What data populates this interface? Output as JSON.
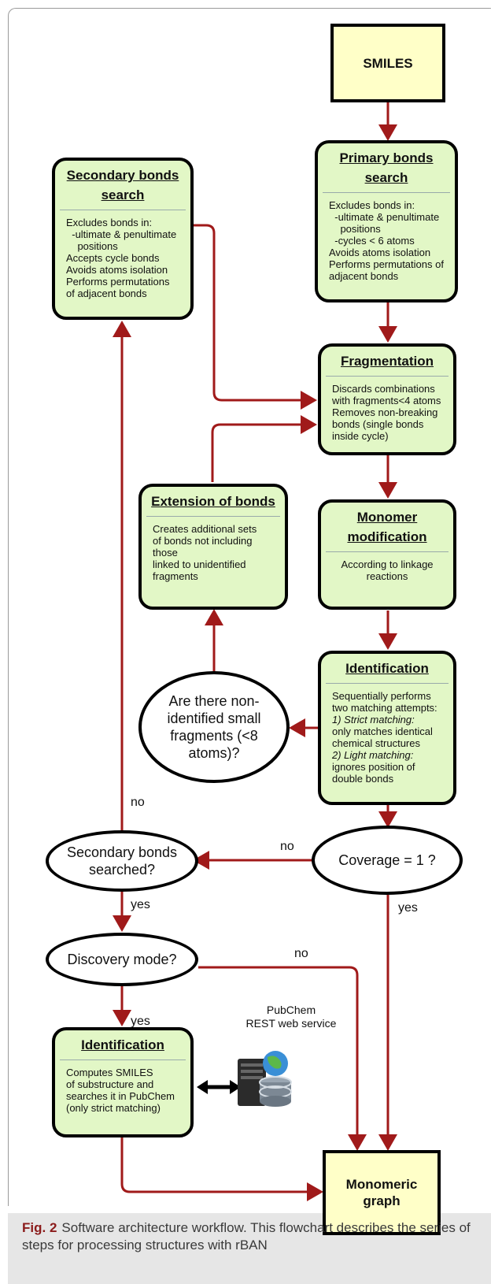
{
  "nodes": {
    "smiles": "SMILES",
    "primary": {
      "title": "Primary bonds search",
      "body": "Excludes bonds in:\n  -ultimate & penultimate\n    positions\n  -cycles < 6 atoms\nAvoids atoms isolation\nPerforms permutations of\nadjacent bonds"
    },
    "secondary": {
      "title": "Secondary bonds search",
      "body": "Excludes bonds in:\n  -ultimate & penultimate\n    positions\nAccepts cycle bonds\nAvoids atoms isolation\nPerforms permutations\nof adjacent bonds"
    },
    "fragmentation": {
      "title": "Fragmentation",
      "body": "Discards combinations\nwith fragments<4 atoms\nRemoves non-breaking\nbonds (single bonds\ninside cycle)"
    },
    "extension": {
      "title": "Extension of bonds",
      "body": "Creates additional sets\nof bonds not including those\nlinked to unidentified\nfragments"
    },
    "monomer": {
      "title": "Monomer modification",
      "body": "According to linkage\nreactions"
    },
    "identification": {
      "title": "Identification",
      "body_line1": "Sequentially performs\ntwo matching attempts:",
      "strict_label": "1) Strict matching:",
      "strict_text": "only matches identical\nchemical structures",
      "light_label": "2) Light matching:",
      "light_text": "ignores position of\ndouble bonds"
    },
    "nonidentified_question": "Are there non-identified small fragments (<8 atoms)?",
    "coverage_question": "Coverage = 1 ?",
    "secondary_question": "Secondary bonds searched?",
    "discovery_question": "Discovery mode?",
    "identification2": {
      "title": "Identification",
      "body": "Computes SMILES\nof substructure and\nsearches it in PubChem\n(only strict matching)"
    },
    "pubchem_label": "PubChem\nREST web service",
    "monomeric_graph": "Monomeric graph"
  },
  "edge_labels": {
    "no_secondary_up": "no",
    "no_coverage": "no",
    "yes_coverage": "yes",
    "yes_secondary": "yes",
    "no_discovery": "no",
    "yes_discovery": "yes"
  },
  "caption": {
    "label": "Fig. 2",
    "text": "Software architecture workflow. This flowchart describes the series of steps for processing structures with rBAN"
  },
  "colors": {
    "box_fill": "#e2f7c6",
    "terminal_fill": "#ffffc8",
    "arrow": "#a01a1a"
  }
}
